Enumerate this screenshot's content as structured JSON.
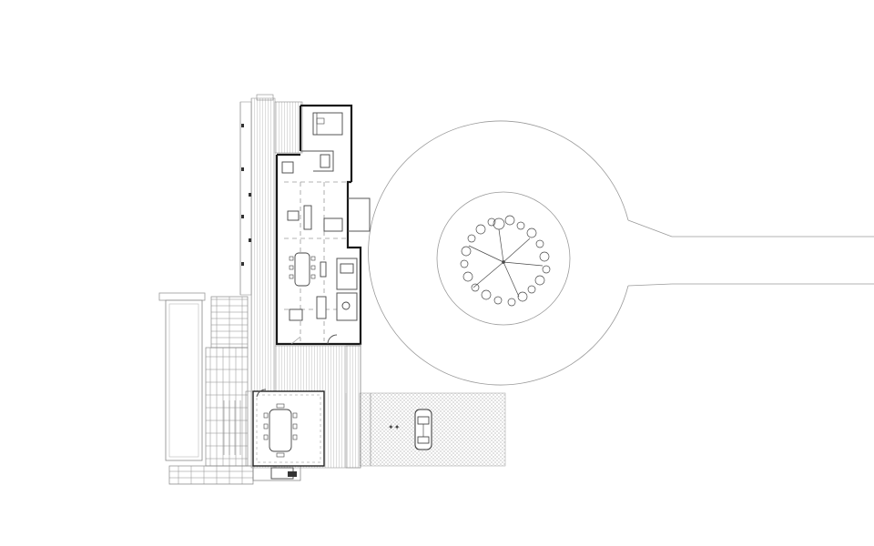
{
  "drawing": {
    "type": "architectural site plan",
    "colors": {
      "background": "#ffffff",
      "wall": "#1a1a1a",
      "linework": "#555555",
      "light_linework": "#9a9a9a",
      "hatch": "#b5b5b5"
    },
    "features": [
      "house-plan",
      "pool",
      "paver-terrace",
      "covered-dining-pavilion",
      "gravel-parking-court",
      "car",
      "circular-driveway",
      "driveway-stem",
      "center-island",
      "tree"
    ]
  }
}
